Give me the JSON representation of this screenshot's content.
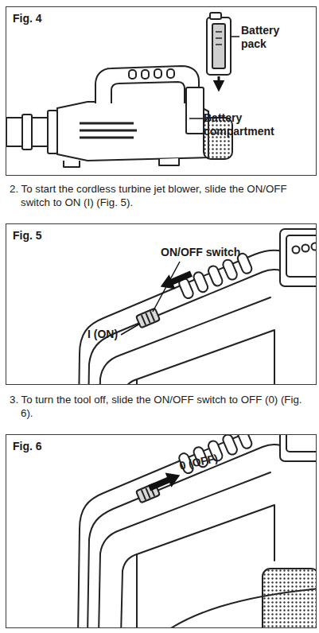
{
  "diagram": {
    "nodes": [
      {
        "text": [
          "Fig. 4"
        ]
      },
      {
        "text": [
          "Fig. 5"
        ]
      },
      {
        "text": [
          "Fig. 6"
        ]
      }
    ],
    "labels": [
      "Battery pack",
      "Battery compartment",
      "2. To start the cordless turbine jet blower, slide the ON/OFF switch to ON (I) (Fig. 5).",
      "ON/OFF switch",
      "I (ON)",
      "3. To turn the tool off, slide the ON/OFF switch to OFF (0) (Fig. 6).",
      "0 (OFF)"
    ]
  }
}
